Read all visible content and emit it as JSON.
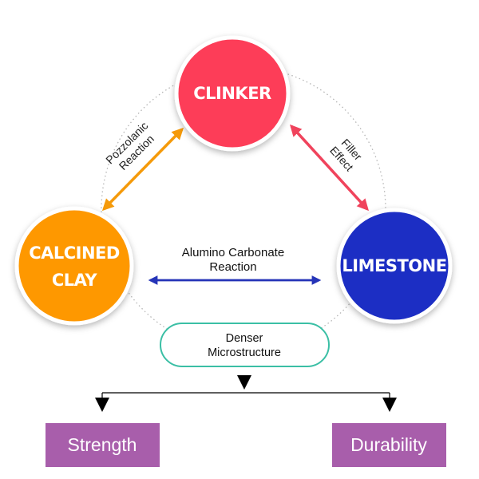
{
  "nodes": {
    "clinker": {
      "label": "CLINKER",
      "color": "#fd3d58"
    },
    "calcined_clay": {
      "label_line1": "CALCINED",
      "label_line2": "CLAY",
      "color": "#fe9800"
    },
    "limestone": {
      "label": "LIMESTONE",
      "color": "#1d2fc4"
    }
  },
  "edges": {
    "pozzolanic": {
      "line1": "Pozzolanic",
      "line2": "Reaction",
      "color": "#f59a0a"
    },
    "filler": {
      "line1": "Filler",
      "line2": "Effect",
      "color": "#f0435c"
    },
    "alumino": {
      "line1": "Alumino Carbonate",
      "line2": "Reaction",
      "color": "#2534b8"
    }
  },
  "center_box": {
    "line1": "Denser",
    "line2": "Microstructure",
    "border_color": "#3bbfa5"
  },
  "outcomes": {
    "strength": {
      "label": "Strength",
      "color": "#a85eab"
    },
    "durability": {
      "label": "Durability",
      "color": "#a85eab"
    }
  }
}
